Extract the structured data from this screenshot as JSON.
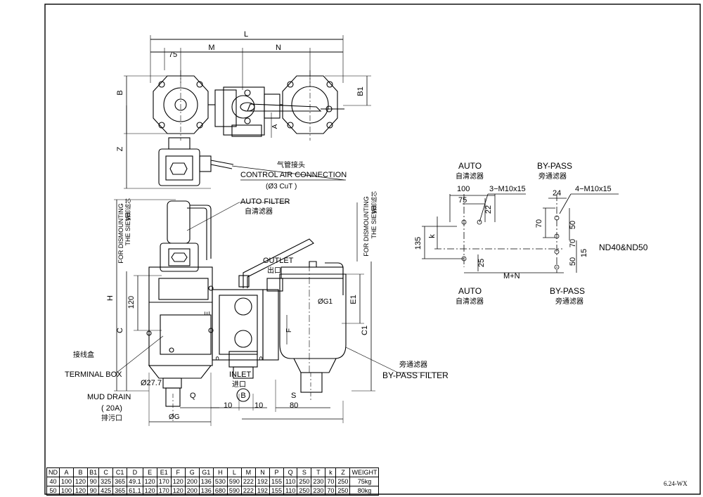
{
  "labels": {
    "L": "L",
    "M": "M",
    "N": "N",
    "d75": "75",
    "B": "B",
    "B1": "B1",
    "Z": "Z",
    "A": "A",
    "air_cn": "气管接头",
    "air_en": "CONTROL AIR CONNECTION",
    "air_sz": "(Ø3 CuT )",
    "auto_en": "AUTO FILTER",
    "auto_cn": "自清滤器",
    "dismount_left_en1": "FOR DISMOUNTING",
    "dismount_left_en2": "THE SIEVE",
    "dismount_left_cn": "拆卸滤芯",
    "dismount_right_en1": "FOR DISMOUNTING",
    "dismount_right_en2": "THE SIEVE",
    "dismount_right_cn": "拆卸滤芯",
    "H": "H",
    "C": "C",
    "d120": "120",
    "outlet_en": "OUTLET",
    "outlet_cn": "出口",
    "G1": "ØG1",
    "E1": "E1",
    "C1": "C1",
    "E": "E",
    "F": "F",
    "P1": "P",
    "P2": "P",
    "terminal_cn": "接线盒",
    "terminal_en": "TERMINAL BOX",
    "bypass_cn": "旁通滤器",
    "bypass_en": "BY-PASS FILTER",
    "d277": "Ø27.7",
    "mud_en": "MUD DRAIN",
    "mud_size": "( 20A)",
    "mud_cn": "排污口",
    "G": "ØG",
    "Q": "Q",
    "inlet_en": "INLET",
    "inlet_cn": "进口",
    "Bcircle": "B",
    "d10a": "10",
    "d10b": "10",
    "S": "S",
    "d80": "80",
    "r_auto_en": "AUTO",
    "r_auto_cn": "自清滤器",
    "r_bypass_en": "BY-PASS",
    "r_bypass_cn": "旁通滤器",
    "r100": "100",
    "r75": "75",
    "r22": "22",
    "r3m": "3−M10x15",
    "r24": "24",
    "r4m": "4−M10x15",
    "r135": "135",
    "rk": "k",
    "r70a": "70",
    "r50a": "50",
    "r70b": "70",
    "r50b": "50",
    "r15": "15",
    "r25": "25",
    "rMN": "M+N",
    "rND": "ND40&ND50",
    "r_auto2_en": "AUTO",
    "r_auto2_cn": "自清滤器",
    "r_bypass2_en": "BY-PASS",
    "r_bypass2_cn": "旁通滤器"
  },
  "table": {
    "header": [
      "ND",
      "A",
      "B",
      "B1",
      "C",
      "C1",
      "D",
      "E",
      "E1",
      "F",
      "G",
      "G1",
      "H",
      "L",
      "M",
      "N",
      "P",
      "Q",
      "S",
      "T",
      "k",
      "Z",
      "WEIGHT"
    ],
    "rows": [
      [
        "40",
        "100",
        "120",
        "90",
        "325",
        "365",
        "49.1",
        "120",
        "170",
        "120",
        "200",
        "136",
        "530",
        "590",
        "222",
        "192",
        "155",
        "110",
        "250",
        "230",
        "70",
        "250",
        "75kg"
      ],
      [
        "50",
        "100",
        "120",
        "90",
        "425",
        "365",
        "61.1",
        "120",
        "170",
        "120",
        "200",
        "136",
        "680",
        "590",
        "222",
        "192",
        "155",
        "110",
        "250",
        "230",
        "70",
        "250",
        "80kg"
      ]
    ]
  },
  "drawing_code": "6.24-WX"
}
